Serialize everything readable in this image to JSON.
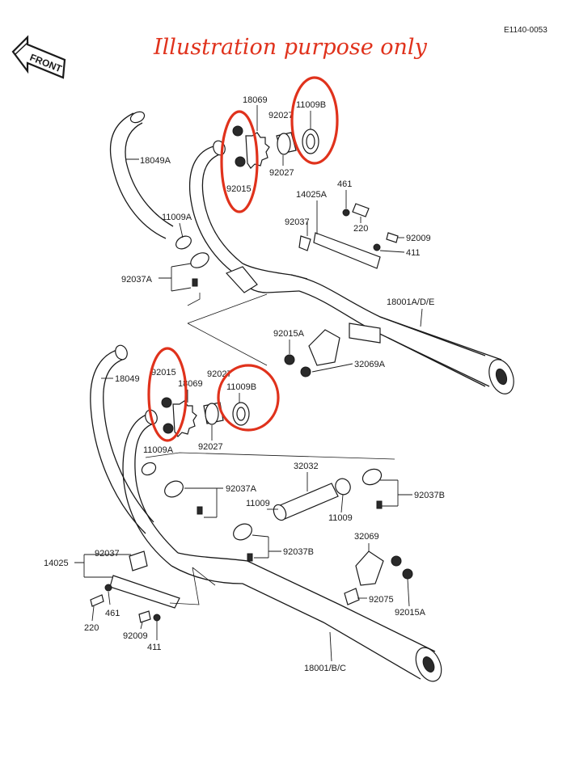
{
  "header": {
    "code": "E1140-0053",
    "front": "FRONT",
    "note": "Illustration purpose only"
  },
  "colors": {
    "highlight": "#e0321c",
    "ink": "#1a1a1a"
  },
  "upper": {
    "p18049A": "18049A",
    "p18069": "18069",
    "p92027a": "92027",
    "p11009B": "11009B",
    "p92027b": "92027",
    "p92015": "92015",
    "p14025A": "14025A",
    "p461": "461",
    "p92037": "92037",
    "p220": "220",
    "p92009": "92009",
    "p411": "411",
    "p11009A": "11009A",
    "p92037A": "92037A",
    "p18001ADE": "18001A/D/E",
    "p92015A": "92015A",
    "p32069A": "32069A"
  },
  "lower": {
    "p18049": "18049",
    "p92015": "92015",
    "p18069": "18069",
    "p92027a": "92027",
    "p11009B": "11009B",
    "p92027b": "92027",
    "p11009A": "11009A",
    "p92037A": "92037A",
    "p32032": "32032",
    "p11009a": "11009",
    "p11009b": "11009",
    "p92037B_right": "92037B",
    "p92037B": "92037B",
    "p14025": "14025",
    "p92037": "92037",
    "p32069": "32069",
    "p461": "461",
    "p220": "220",
    "p92009": "92009",
    "p411": "411",
    "p92075": "92075",
    "p92015A": "92015A",
    "p18001BC": "18001/B/C"
  },
  "highlighted_parts": [
    "92015",
    "11009B"
  ]
}
